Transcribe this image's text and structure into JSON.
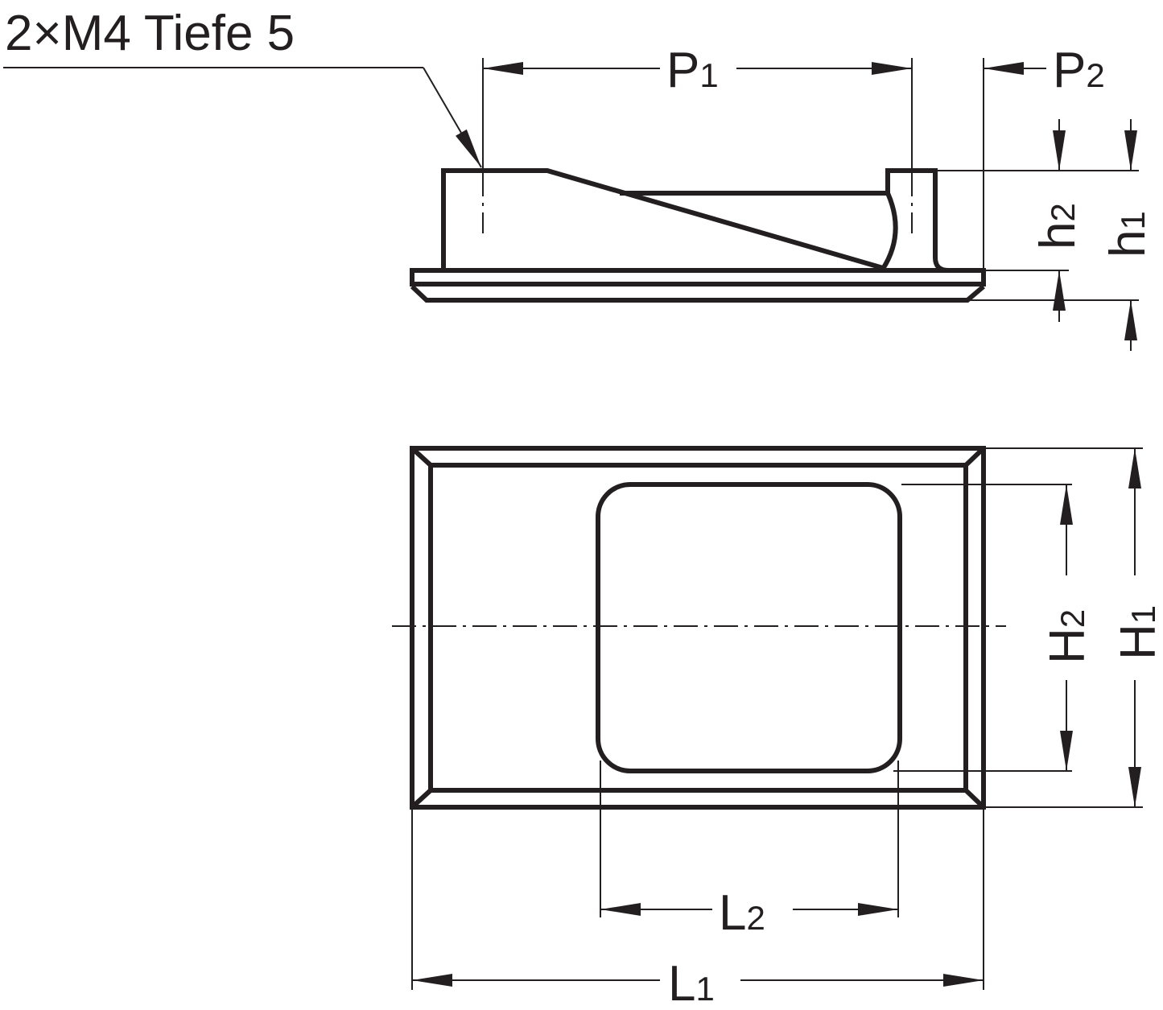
{
  "callout": {
    "text": "2×M4  Tiefe 5"
  },
  "dimensions": {
    "P1": {
      "main": "P",
      "sub": "1"
    },
    "P2": {
      "main": "P",
      "sub": "2"
    },
    "h1": {
      "main": "h",
      "sub": "1"
    },
    "h2": {
      "main": "h",
      "sub": "2"
    },
    "H1": {
      "main": "H",
      "sub": "1"
    },
    "H2": {
      "main": "H",
      "sub": "2"
    },
    "L1": {
      "main": "L",
      "sub": "1"
    },
    "L2": {
      "main": "L",
      "sub": "2"
    }
  },
  "colors": {
    "ink": "#231f20",
    "background": "#ffffff"
  }
}
